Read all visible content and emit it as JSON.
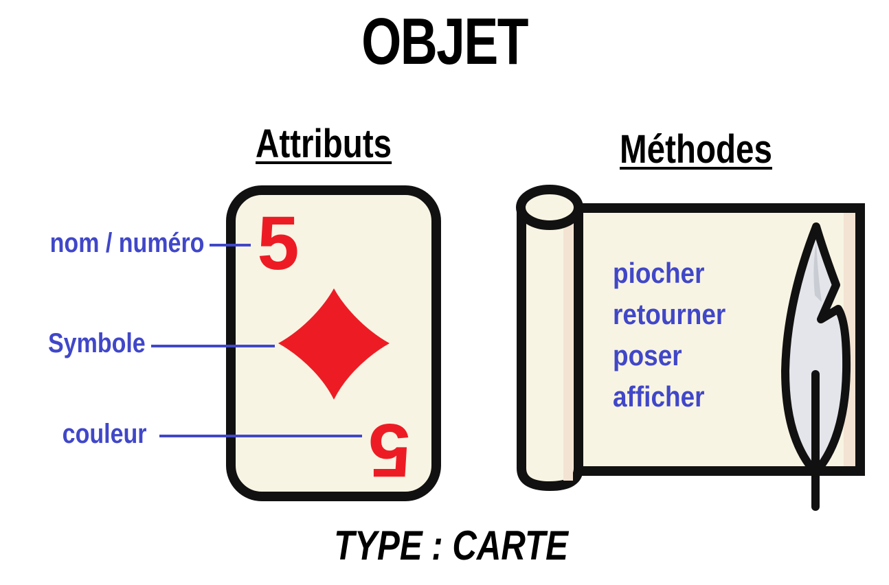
{
  "title": "OBJET",
  "sections": {
    "attributes_heading": "Attributs",
    "methods_heading": "Méthodes"
  },
  "card": {
    "rank": "5",
    "suit_icon": "diamond-icon",
    "labels": {
      "name": "nom / numéro",
      "symbol": "Symbole",
      "color": "couleur"
    }
  },
  "methods": [
    "piocher",
    "retourner",
    "poser",
    "afficher"
  ],
  "footer": "TYPE : CARTE",
  "colors": {
    "label_blue": "#4047c8",
    "card_red": "#ed1c24",
    "paper": "#f8f4e3",
    "outline": "#111111"
  }
}
